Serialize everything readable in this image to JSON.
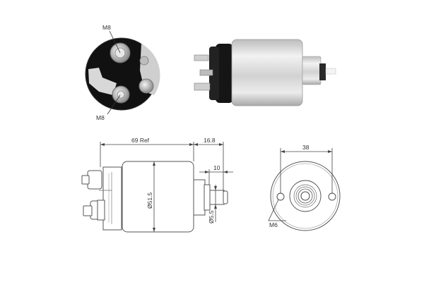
{
  "photos": {
    "end_view": {
      "terminal_top_label": "M8",
      "terminal_bottom_label": "M8"
    },
    "side_view": {}
  },
  "drawing_side": {
    "overall_length_label": "69 Ref",
    "plunger_length_label": "16.8",
    "plunger_tip_label": "10",
    "body_diameter_label": "Ø51.5",
    "plunger_diameter_label": "Ø5.5"
  },
  "drawing_end": {
    "hole_spacing_label": "38",
    "mount_thread_label": "M6"
  },
  "colors": {
    "line": "#444444",
    "background": "#ffffff",
    "photo_dark": "#1a1a1a",
    "photo_silver": "#d6d6d6"
  }
}
